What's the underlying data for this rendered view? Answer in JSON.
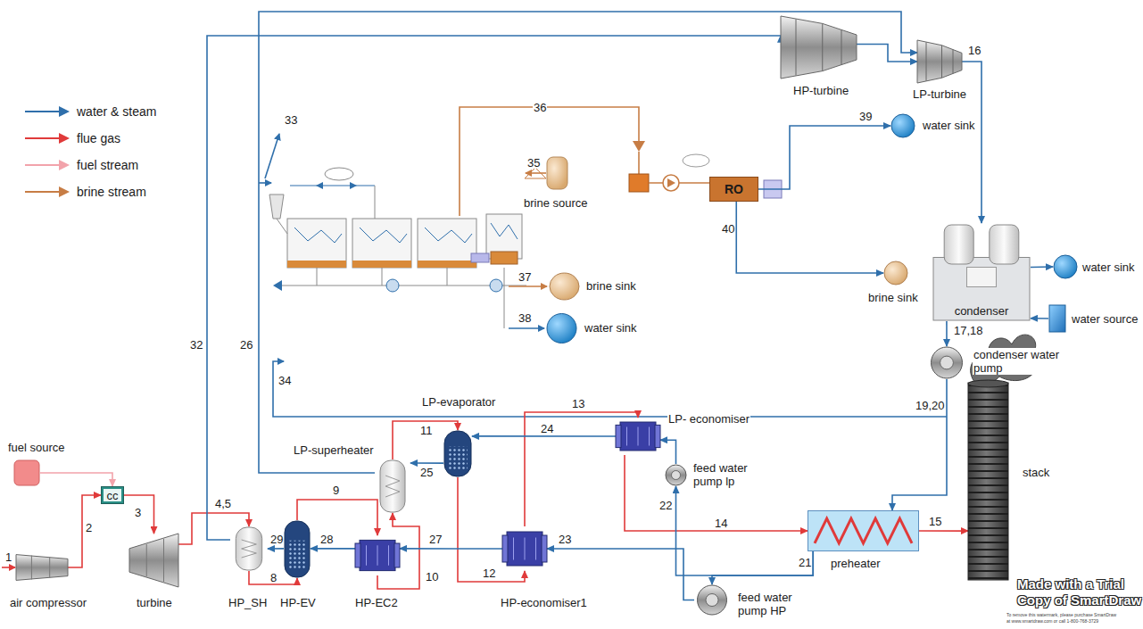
{
  "diagram": {
    "nodes": [
      {
        "text": [
          "fuel source"
        ]
      },
      {
        "text": [
          "cc"
        ]
      },
      {
        "text": [
          "air compressor"
        ]
      },
      {
        "text": [
          "turbine"
        ]
      },
      {
        "text": [
          "HP_SH"
        ]
      },
      {
        "text": [
          "HP-EV"
        ]
      },
      {
        "text": [
          "HP-EC2"
        ]
      },
      {
        "text": [
          "HP-economiser1"
        ]
      },
      {
        "text": [
          "LP-superheater"
        ]
      },
      {
        "text": [
          "LP-evaporator"
        ]
      },
      {
        "text": [
          "LP- economiser"
        ]
      },
      {
        "text": [
          "feed water pump lp"
        ]
      },
      {
        "text": [
          "feed water pump HP"
        ]
      },
      {
        "text": [
          "preheater"
        ]
      },
      {
        "text": [
          "stack"
        ]
      },
      {
        "text": [
          "condenser"
        ]
      },
      {
        "text": [
          "condenser water pump"
        ]
      },
      {
        "text": [
          "water source"
        ]
      },
      {
        "text": [
          "water sink"
        ]
      },
      {
        "text": [
          "HP-turbine"
        ]
      },
      {
        "text": [
          "LP-turbine"
        ]
      },
      {
        "text": [
          "water sink"
        ]
      },
      {
        "text": [
          "RO"
        ]
      },
      {
        "text": [
          "brine sink"
        ]
      },
      {
        "text": [
          "brine source"
        ]
      },
      {
        "text": [
          "brine sink"
        ]
      },
      {
        "text": [
          "water sink"
        ]
      }
    ],
    "edges": [
      {
        "from": 0,
        "to": 1,
        "arrow": "to"
      },
      {
        "from": 2,
        "to": 1,
        "label": "2",
        "arrow": "to"
      },
      {
        "from": 1,
        "to": 3,
        "label": "3",
        "arrow": "to"
      },
      {
        "from": 3,
        "to": 4,
        "label": "4,5",
        "arrow": "to"
      },
      {
        "from": 4,
        "to": 5,
        "label": "8",
        "arrow": "to"
      },
      {
        "from": 5,
        "to": 6,
        "label": "9",
        "arrow": "to"
      },
      {
        "from": 6,
        "to": 8,
        "label": "10",
        "arrow": "to"
      },
      {
        "from": 8,
        "to": 9,
        "label": "11",
        "arrow": "to"
      },
      {
        "from": 9,
        "to": 7,
        "label": "12",
        "arrow": "to"
      },
      {
        "from": 7,
        "to": 10,
        "label": "13",
        "arrow": "to"
      },
      {
        "from": 10,
        "to": 13,
        "label": "14",
        "arrow": "to"
      },
      {
        "from": 13,
        "to": 14,
        "label": "15",
        "arrow": "to"
      },
      {
        "from": 19,
        "to": 20,
        "arrow": "to"
      },
      {
        "from": 20,
        "to": 15,
        "label": "16",
        "arrow": "to"
      },
      {
        "from": 15,
        "to": 16,
        "label": "17,18",
        "arrow": "to"
      },
      {
        "from": 16,
        "to": 13,
        "label": "19,20",
        "arrow": "to"
      },
      {
        "from": 13,
        "to": 12,
        "label": "21",
        "arrow": "to"
      },
      {
        "from": 12,
        "to": 7,
        "label": "23",
        "arrow": "to"
      },
      {
        "from": 13,
        "to": 11,
        "label": "22",
        "arrow": "to"
      },
      {
        "from": 11,
        "to": 10,
        "arrow": "to"
      },
      {
        "from": 10,
        "to": 9,
        "label": "24",
        "arrow": "to"
      },
      {
        "from": 9,
        "to": 8,
        "label": "25",
        "arrow": "to"
      },
      {
        "from": 8,
        "to": 20,
        "label": "26",
        "arrow": "to"
      },
      {
        "from": 7,
        "to": 6,
        "label": "27",
        "arrow": "to"
      },
      {
        "from": 6,
        "to": 5,
        "label": "28",
        "arrow": "to"
      },
      {
        "from": 5,
        "to": 4,
        "label": "29",
        "arrow": "to"
      },
      {
        "from": 4,
        "to": 19,
        "label": "32",
        "arrow": "to"
      },
      {
        "from": 17,
        "to": 15,
        "arrow": "to"
      },
      {
        "from": 15,
        "to": 18,
        "arrow": "to"
      },
      {
        "from": 22,
        "to": 21,
        "label": "39",
        "arrow": "to"
      },
      {
        "from": 22,
        "to": 23,
        "label": "40",
        "arrow": "to"
      }
    ],
    "labels": [
      "1",
      "33",
      "34",
      "35",
      "36",
      "37",
      "38",
      "Made with a Trial",
      "Copy of SmartDraw",
      "To remove this watermark, please purchase SmartDraw",
      "at www.smartdraw.com or call 1-800-768-3729"
    ],
    "legend": [
      {
        "text": "water & steam"
      },
      {
        "text": "flue gas"
      },
      {
        "text": "fuel stream"
      },
      {
        "text": "brine stream"
      }
    ]
  }
}
